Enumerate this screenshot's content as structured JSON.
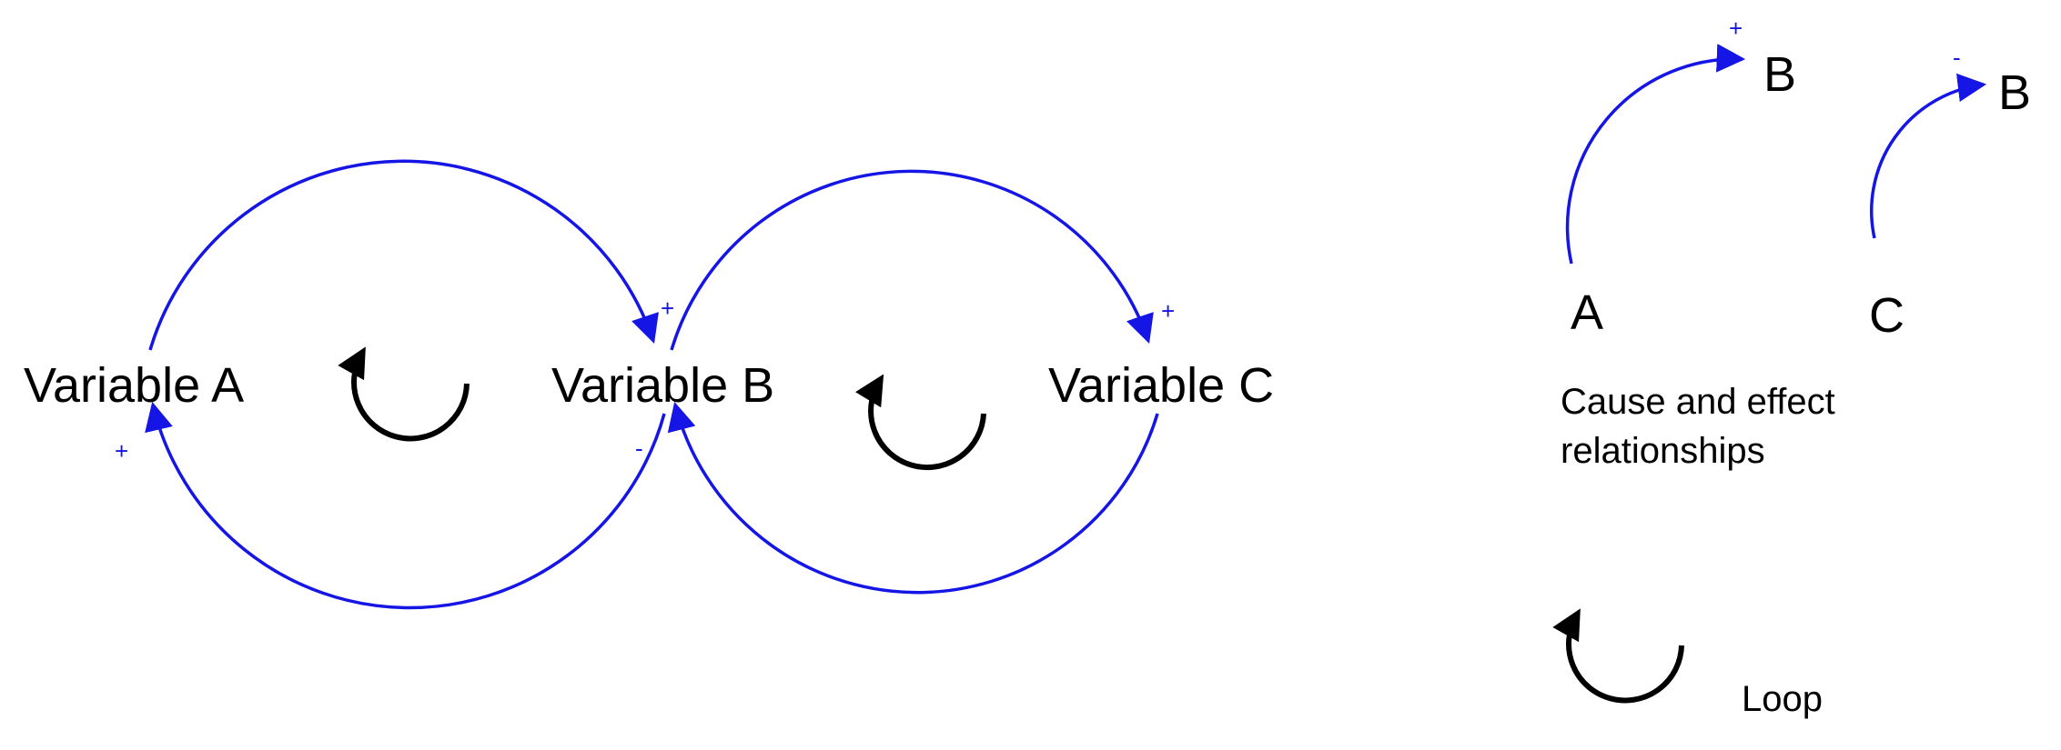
{
  "diagram": {
    "colors": {
      "link": "#1515e6",
      "loop": "#000000",
      "text": "#000000",
      "background": "#ffffff"
    },
    "variables": {
      "a": "Variable A",
      "b": "Variable B",
      "c": "Variable C"
    },
    "links": [
      {
        "from": "Variable A",
        "to": "Variable B",
        "sign": "+"
      },
      {
        "from": "Variable B",
        "to": "Variable A",
        "sign": "+"
      },
      {
        "from": "Variable B",
        "to": "Variable C",
        "sign": "+"
      },
      {
        "from": "Variable C",
        "to": "Variable B",
        "sign": "-"
      }
    ],
    "signs": {
      "ab": "+",
      "ba": "+",
      "bc": "+",
      "cb": "-"
    },
    "loop_icons": [
      "loop-arrow-icon",
      "loop-arrow-icon"
    ]
  },
  "legend": {
    "cause_effect": {
      "positive": {
        "from": "A",
        "to": "B",
        "sign": "+"
      },
      "negative": {
        "from": "C",
        "to": "B",
        "sign": "-"
      },
      "caption_line1": "Cause and effect",
      "caption_line2": "relationships"
    },
    "loop": {
      "icon": "loop-arrow-icon",
      "label": "Loop"
    }
  }
}
